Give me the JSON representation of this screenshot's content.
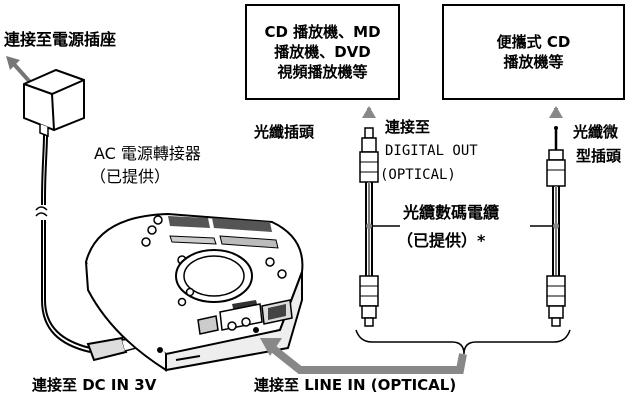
{
  "labels": {
    "to_outlet": "連接至電源插座",
    "ac_adapter_line1": "AC 電源轉接器",
    "ac_adapter_line2": "（已提供）",
    "optical_plug_left": "光纖插頭",
    "connect_to": "連接至",
    "digital_out": "DIGITAL OUT",
    "optical": "(OPTICAL)",
    "optical_mini_plug_line1": "光纖微",
    "optical_mini_plug_line2": "型插頭",
    "optical_cable_line1": "光纜數碼電纜",
    "optical_cable_line2": "（已提供）*",
    "to_dc_in": "連接至 DC IN 3V",
    "to_line_in": "連接至 LINE IN (OPTICAL)"
  },
  "boxes": {
    "left": [
      "CD 播放機、MD",
      "播放機、DVD",
      "視頻播放機等"
    ],
    "right": [
      "便攜式 CD",
      "播放機等"
    ]
  }
}
